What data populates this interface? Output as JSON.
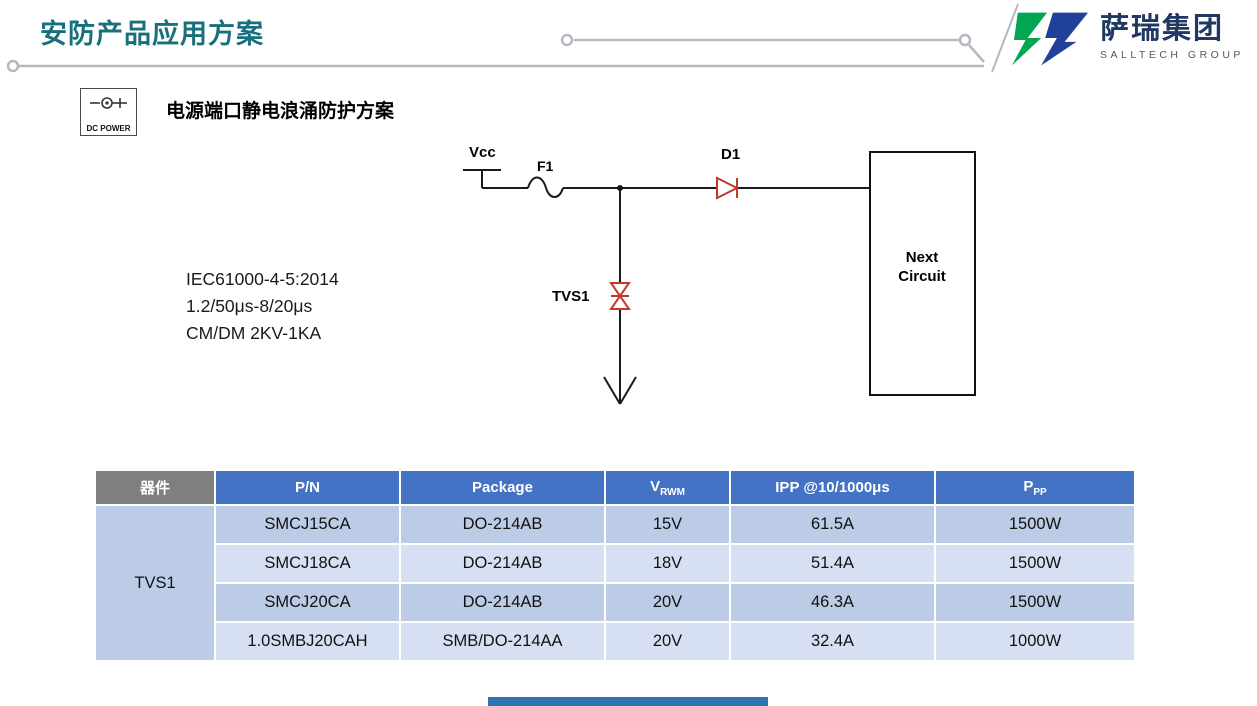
{
  "colors": {
    "accent_teal": "#17707c",
    "logo_green": "#00a651",
    "logo_blue": "#21409a",
    "logo_navy": "#1f3864",
    "logo_gray": "#4a5a6a",
    "line_gray": "#b3b9bf",
    "circuit_black": "#1a1a1a",
    "circuit_red": "#c0392b",
    "table_header_blue": "#4472c4",
    "table_header_gray": "#7f7f7f",
    "row_dark": "#bccce6",
    "row_light": "#d6e0f2",
    "bottom_bar_blue": "#2e74b5"
  },
  "page": {
    "title": "安防产品应用方案",
    "section_title": "电源端口静电浪涌防护方案"
  },
  "logo": {
    "name": "萨瑞集团",
    "subname": "SALLTECH GROUP"
  },
  "icons": {
    "dc_power": "dc-power-plug-icon",
    "logo_mark": "salltech-logo-mark"
  },
  "dc_power": {
    "label": "DC POWER"
  },
  "standards": {
    "line1": "IEC61000-4-5:2014",
    "line2": "1.2/50μs-8/20μs",
    "line3": "CM/DM 2KV-1KA"
  },
  "circuit": {
    "vcc_label": "Vcc",
    "fuse_label": "F1",
    "diode_label": "D1",
    "tvs_label": "TVS1",
    "next_circuit_line1": "Next",
    "next_circuit_line2": "Circuit"
  },
  "table": {
    "headers": {
      "device": "器件",
      "pn": "P/N",
      "package": "Package",
      "vrwm_main": "V",
      "vrwm_sub": "RWM",
      "ipp": "IPP @10/1000μs",
      "ppp_main": "P",
      "ppp_sub": "PP"
    },
    "device_group": "TVS1",
    "rows": [
      {
        "pn": "SMCJ15CA",
        "package": "DO-214AB",
        "vrwm": "15V",
        "ipp": "61.5A",
        "ppp": "1500W"
      },
      {
        "pn": "SMCJ18CA",
        "package": "DO-214AB",
        "vrwm": "18V",
        "ipp": "51.4A",
        "ppp": "1500W"
      },
      {
        "pn": "SMCJ20CA",
        "package": "DO-214AB",
        "vrwm": "20V",
        "ipp": "46.3A",
        "ppp": "1500W"
      },
      {
        "pn": "1.0SMBJ20CAH",
        "package": "SMB/DO-214AA",
        "vrwm": "20V",
        "ipp": "32.4A",
        "ppp": "1000W"
      }
    ]
  }
}
